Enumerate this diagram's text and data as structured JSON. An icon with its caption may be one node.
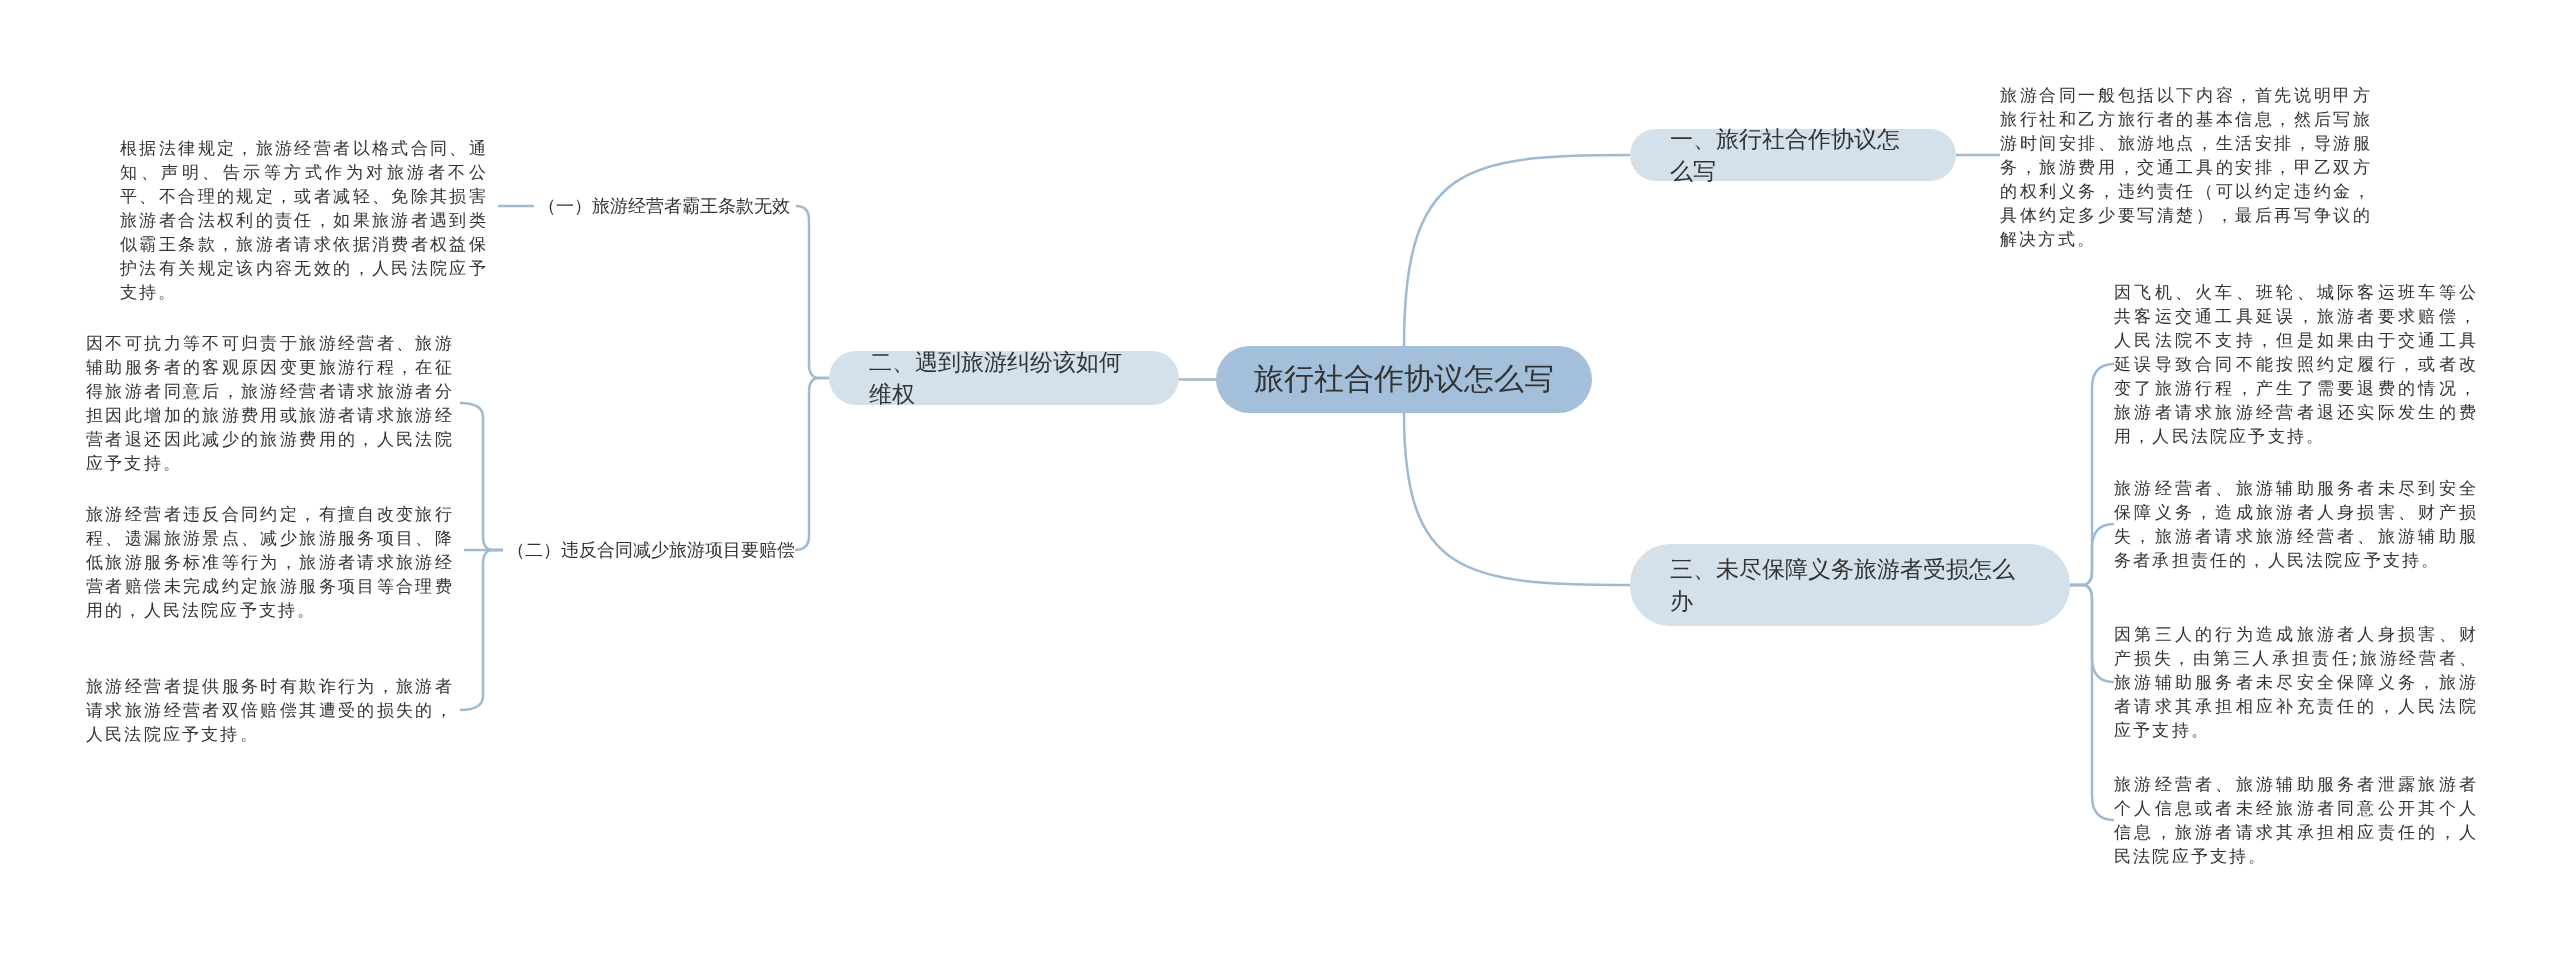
{
  "diagram": {
    "nodes": [
      {
        "text": [
          "旅行社合作协议怎么写"
        ]
      },
      {
        "text": [
          "一、旅行社合作协议怎么写"
        ]
      },
      {
        "text": [
          "旅游合同一般包括以下内容，首先说明甲方旅行社和乙方旅行者的基本信息，然后写旅游时间安排、旅游地点，生活安排，导游服务，旅游费用，交通工具的安排，甲乙双方的权利义务，违约责任（可以约定违约金，具体约定多少要写清楚），最后再写争议的解决方式。"
        ]
      },
      {
        "text": [
          "二、遇到旅游纠纷该如何维权"
        ]
      },
      {
        "text": [
          "（一）旅游经营者霸王条款无效"
        ]
      },
      {
        "text": [
          "根据法律规定，旅游经营者以格式合同、通知、声明、告示等方式作为对旅游者不公平、不合理的规定，或者减轻、免除其损害旅游者合法权利的责任，如果旅游者遇到类似霸王条款，旅游者请求依据消费者权益保护法有关规定该内容无效的，人民法院应予支持。"
        ]
      },
      {
        "text": [
          "（二）违反合同减少旅游项目要赔偿"
        ]
      },
      {
        "text": [
          "因不可抗力等不可归责于旅游经营者、旅游辅助服务者的客观原因变更旅游行程，在征得旅游者同意后，旅游经营者请求旅游者分担因此增加的旅游费用或旅游者请求旅游经营者退还因此减少的旅游费用的，人民法院应予支持。"
        ]
      },
      {
        "text": [
          "旅游经营者违反合同约定，有擅自改变旅行程、遗漏旅游景点、减少旅游服务项目、降低旅游服务标准等行为，旅游者请求旅游经营者赔偿未完成约定旅游服务项目等合理费用的，人民法院应予支持。"
        ]
      },
      {
        "text": [
          "旅游经营者提供服务时有欺诈行为，旅游者请求旅游经营者双倍赔偿其遭受的损失的，人民法院应予支持。"
        ]
      },
      {
        "text": [
          "三、未尽保障义务旅游者受损怎么办"
        ]
      },
      {
        "text": [
          "因飞机、火车、班轮、城际客运班车等公共客运交通工具延误，旅游者要求赔偿，人民法院不支持，但是如果由于交通工具延误导致合同不能按照约定履行，或者改变了旅游行程，产生了需要退费的情况，旅游者请求旅游经营者退还实际发生的费用，人民法院应予支持。"
        ]
      },
      {
        "text": [
          "旅游经营者、旅游辅助服务者未尽到安全保障义务，造成旅游者人身损害、财产损失，旅游者请求旅游经营者、旅游辅助服务者承担责任的，人民法院应予支持。"
        ]
      },
      {
        "text": [
          "因第三人的行为造成旅游者人身损害、财产损失，由第三人承担责任;旅游经营者、旅游辅助服务者未尽安全保障义务，旅游者请求其承担相应补充责任的，人民法院应予支持。"
        ]
      },
      {
        "text": [
          "旅游经营者、旅游辅助服务者泄露旅游者个人信息或者未经旅游者同意公开其个人信息，旅游者请求其承担相应责任的，人民法院应予支持。"
        ]
      }
    ],
    "edges": [
      {
        "from": 0,
        "to": 1,
        "arrow": "none"
      },
      {
        "from": 1,
        "to": 2,
        "arrow": "none"
      },
      {
        "from": 0,
        "to": 3,
        "arrow": "none"
      },
      {
        "from": 3,
        "to": 4,
        "arrow": "none"
      },
      {
        "from": 4,
        "to": 5,
        "arrow": "none"
      },
      {
        "from": 3,
        "to": 6,
        "arrow": "none"
      },
      {
        "from": 6,
        "to": 7,
        "arrow": "none"
      },
      {
        "from": 6,
        "to": 8,
        "arrow": "none"
      },
      {
        "from": 6,
        "to": 9,
        "arrow": "none"
      },
      {
        "from": 0,
        "to": 10,
        "arrow": "none"
      },
      {
        "from": 10,
        "to": 11,
        "arrow": "none"
      },
      {
        "from": 10,
        "to": 12,
        "arrow": "none"
      },
      {
        "from": 10,
        "to": 13,
        "arrow": "none"
      },
      {
        "from": 10,
        "to": 14,
        "arrow": "none"
      }
    ]
  }
}
